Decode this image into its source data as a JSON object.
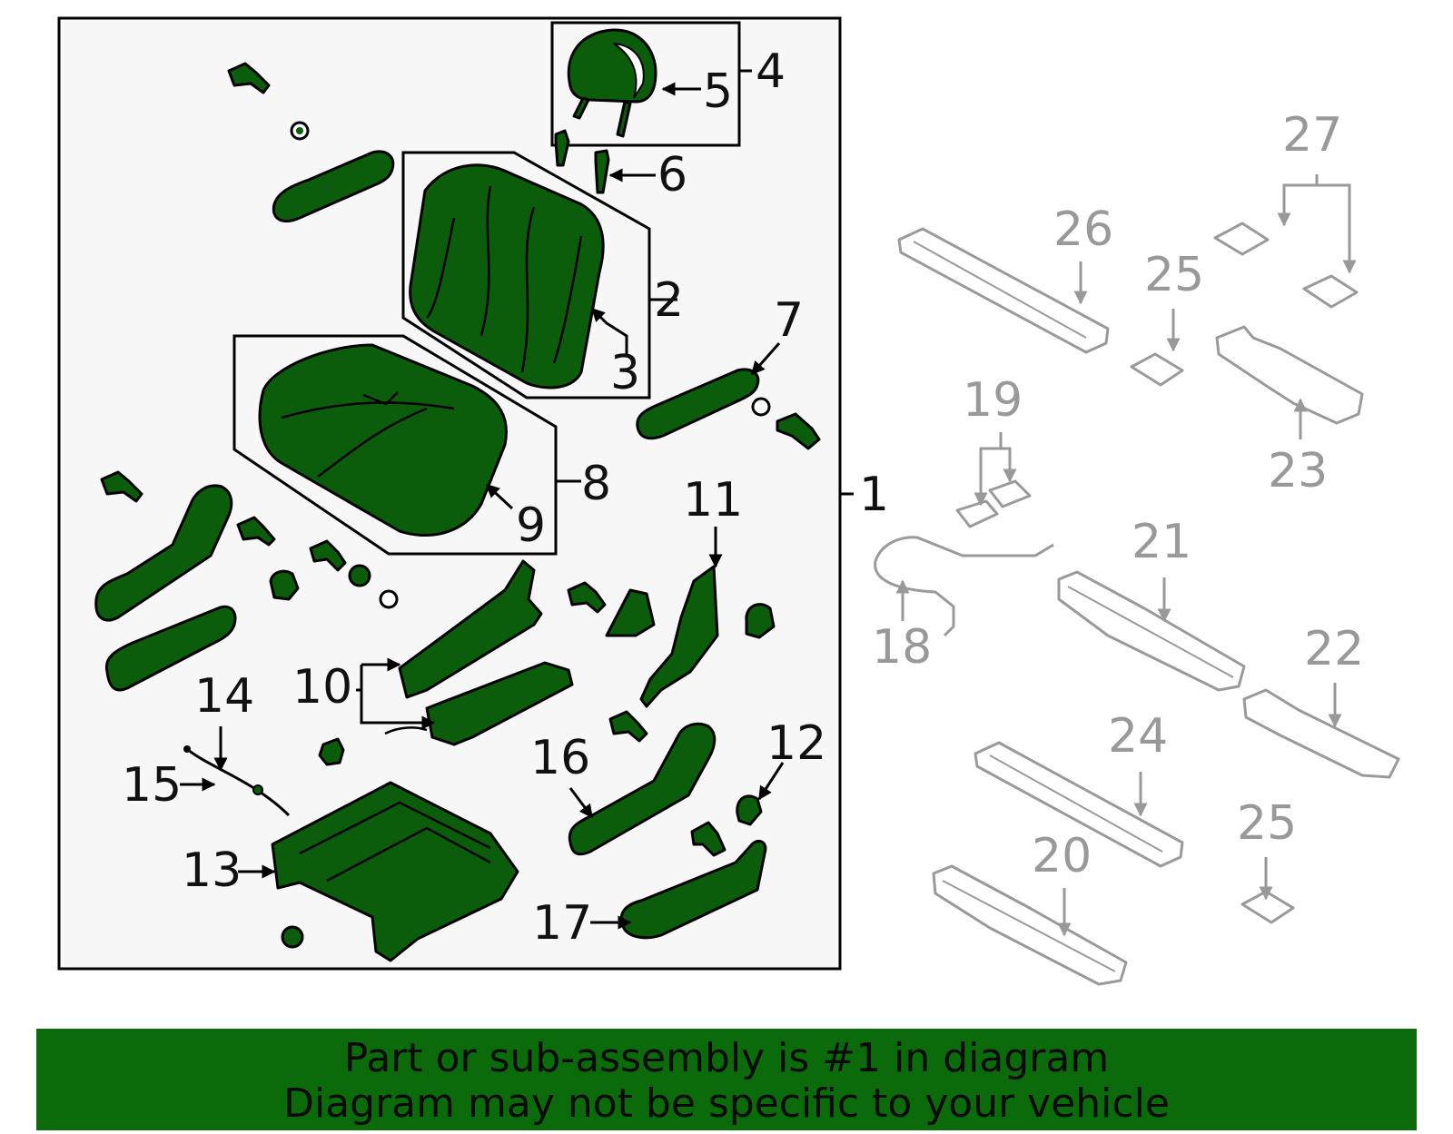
{
  "callouts": {
    "c1": "1",
    "c2": "2",
    "c3": "3",
    "c4": "4",
    "c5": "5",
    "c6": "6",
    "c7": "7",
    "c8": "8",
    "c9": "9",
    "c10": "10",
    "c11": "11",
    "c12": "12",
    "c13": "13",
    "c14": "14",
    "c15": "15",
    "c16": "16",
    "c17": "17"
  },
  "other_callouts": {
    "c18": "18",
    "c19": "19",
    "c20": "20",
    "c21": "21",
    "c22": "22",
    "c23": "23",
    "c24": "24",
    "c25a": "25",
    "c25b": "25",
    "c26": "26",
    "c27": "27"
  },
  "footer": {
    "line1": "Part or sub-assembly is #1 in diagram",
    "line2": "Diagram may not be specific to your vehicle"
  },
  "colors": {
    "highlight": "#0b5d0b",
    "banner": "#0b6b0b",
    "other_parts": "#9a9a9a"
  }
}
